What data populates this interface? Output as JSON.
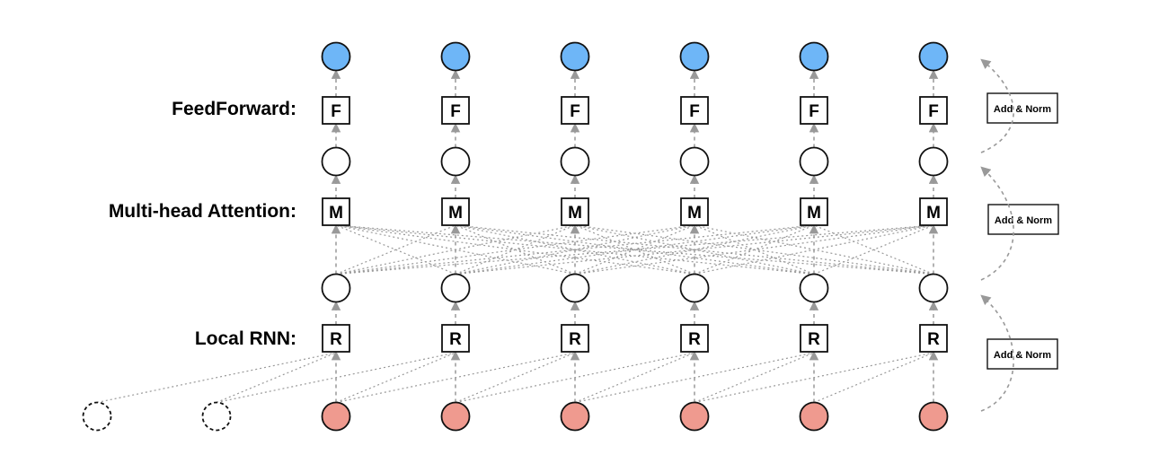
{
  "layers": {
    "feedforward": {
      "label": "FeedForward:",
      "letter": "F"
    },
    "attention": {
      "label": "Multi-head Attention:",
      "letter": "M"
    },
    "rnn": {
      "label": "Local RNN:",
      "letter": "R"
    }
  },
  "add_norm_label": "Add & Norm",
  "num_columns": 6,
  "rnn_window": 3,
  "colors": {
    "output_node": "#6eb6f7",
    "input_node": "#ef9a8f",
    "hidden_node": "#ffffff",
    "stroke": "#111111",
    "arrow": "#999999"
  }
}
